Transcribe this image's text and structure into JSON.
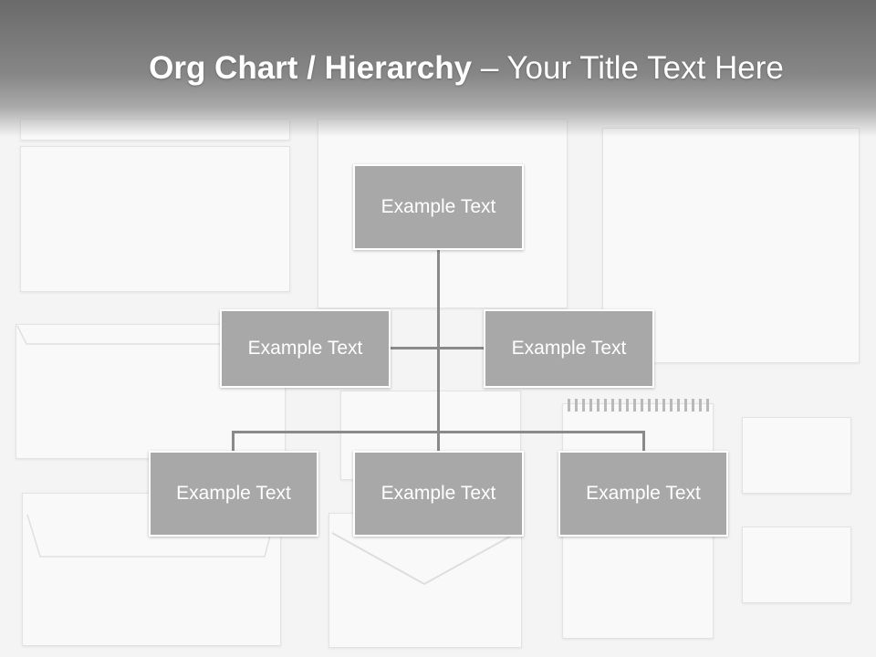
{
  "title": {
    "bold": "Org Chart / Hierarchy",
    "separator": " – ",
    "rest": "Your Title Text Here"
  },
  "nodes": {
    "top": "Example Text",
    "mid_left": "Example Text",
    "mid_right": "Example Text",
    "bottom_left": "Example Text",
    "bottom_center": "Example Text",
    "bottom_right": "Example Text"
  },
  "colors": {
    "node_fill": "#a8a8a8",
    "node_border": "#ffffff",
    "connector": "#8a8a8a",
    "header": "#6a6a6a"
  }
}
